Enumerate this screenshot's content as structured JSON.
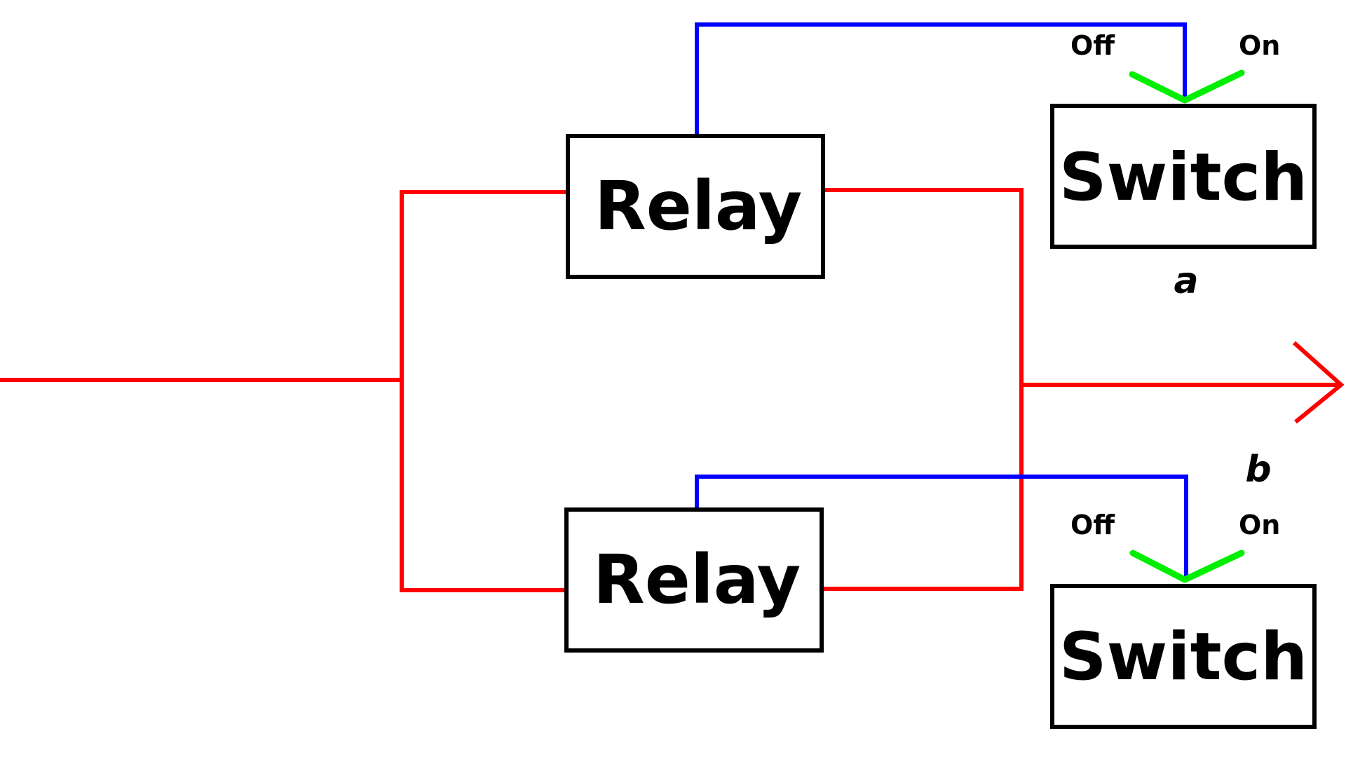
{
  "colors": {
    "power_wire": "#ff0000",
    "control_wire": "#0000ff",
    "lever": "#00ee00",
    "outline": "#000000",
    "background": "#ffffff"
  },
  "relays": [
    {
      "label": "Relay"
    },
    {
      "label": "Relay"
    }
  ],
  "switches": [
    {
      "label": "Switch",
      "off_label": "Off",
      "on_label": "On"
    },
    {
      "label": "Switch",
      "off_label": "Off",
      "on_label": "On"
    }
  ],
  "outputs": {
    "a": "a",
    "b": "b"
  }
}
